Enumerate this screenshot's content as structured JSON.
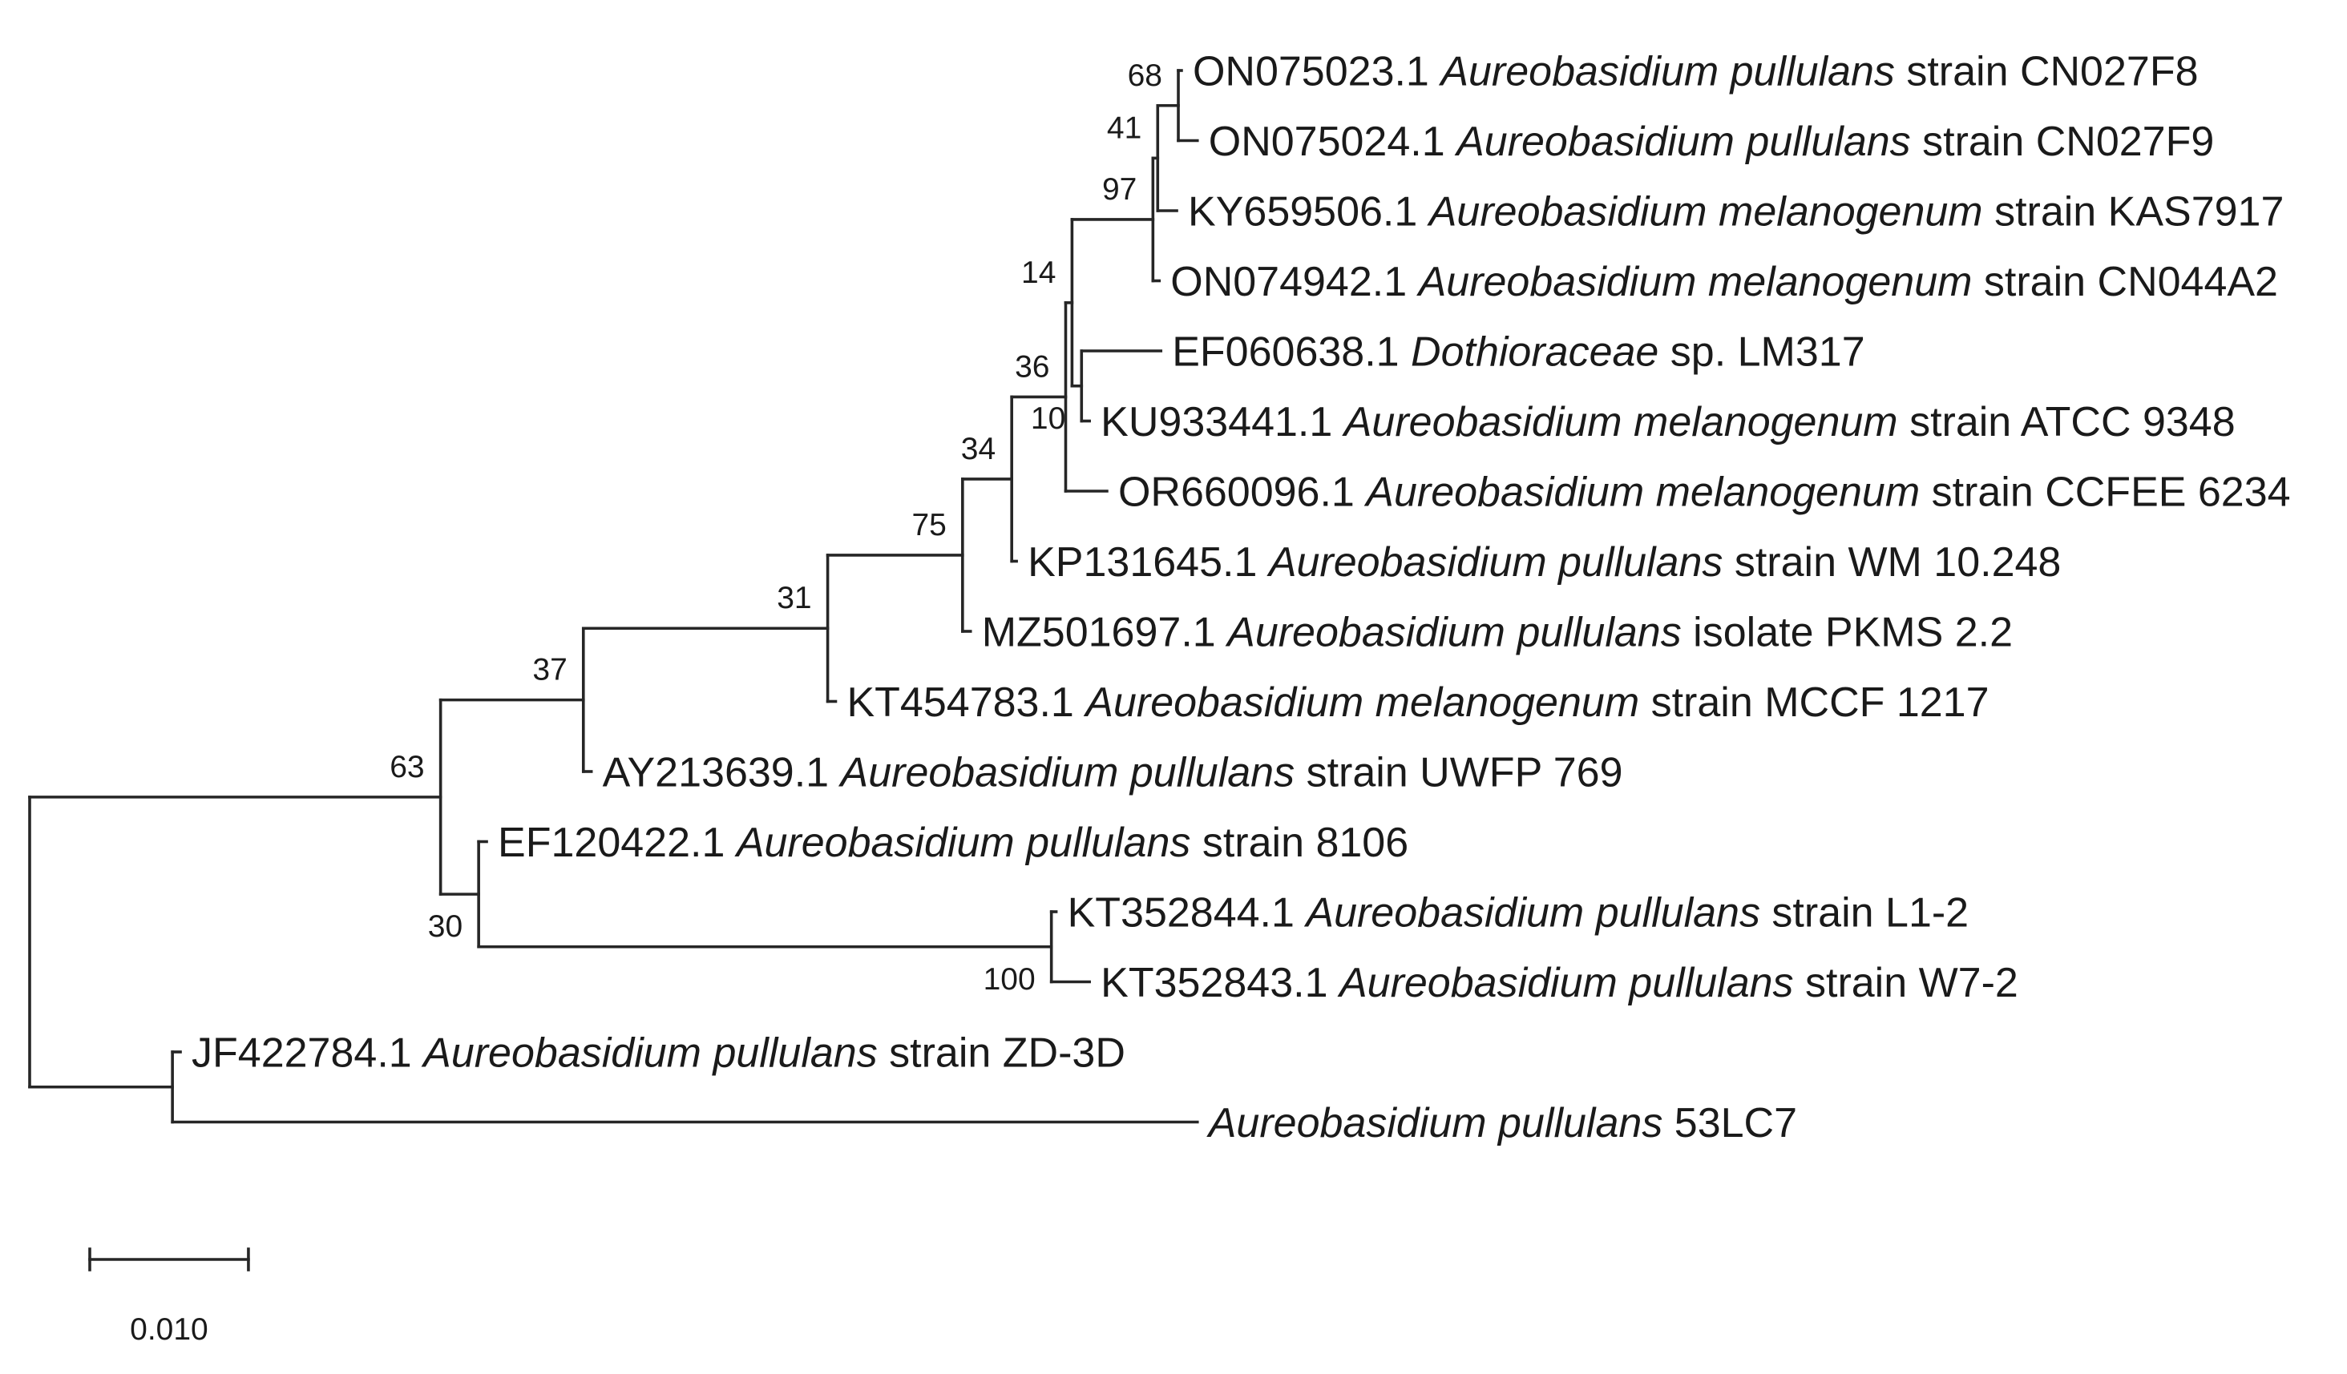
{
  "tree": {
    "children": [
      {
        "support": 63,
        "length": 0.0259,
        "children": [
          {
            "support": 37,
            "length": 0.009,
            "children": [
              {
                "support": 31,
                "length": 0.0154,
                "children": [
                  {
                    "support": 75,
                    "length": 0.0085,
                    "children": [
                      {
                        "support": 34,
                        "length": 0.0031,
                        "children": [
                          {
                            "support": 36,
                            "length": 0.0034,
                            "children": [
                              {
                                "support": 14,
                                "length": 0.0004,
                                "children": [
                                  {
                                    "support": 97,
                                    "length": 0.0051,
                                    "children": [
                                      {
                                        "support": 41,
                                        "length": 0.0003,
                                        "children": [
                                          {
                                            "support": 68,
                                            "length": 0.0013,
                                            "children": [
                                              {
                                                "length": 0.0002,
                                                "accession": "ON075023.1",
                                                "organism": "Aureobasidium pullulans",
                                                "descriptor": "strain CN027F8"
                                              },
                                              {
                                                "length": 0.0012,
                                                "accession": "ON075024.1",
                                                "organism": "Aureobasidium pullulans",
                                                "descriptor": "strain CN027F9"
                                              }
                                            ]
                                          },
                                          {
                                            "length": 0.0012,
                                            "accession": "KY659506.1",
                                            "organism": "Aureobasidium melanogenum",
                                            "descriptor": "strain KAS7917"
                                          }
                                        ]
                                      },
                                      {
                                        "length": 0.0004,
                                        "accession": "ON074942.1",
                                        "organism": "Aureobasidium melanogenum",
                                        "descriptor": "strain CN044A2"
                                      }
                                    ]
                                  },
                                  {
                                    "support": 10,
                                    "length": 0.0006,
                                    "children": [
                                      {
                                        "length": 0.005,
                                        "accession": "EF060638.1",
                                        "organism": "Dothioraceae",
                                        "descriptor": "sp. LM317"
                                      },
                                      {
                                        "length": 0.0005,
                                        "accession": "KU933441.1",
                                        "organism": "Aureobasidium melanogenum",
                                        "descriptor": "strain ATCC 9348"
                                      }
                                    ]
                                  }
                                ]
                              },
                              {
                                "length": 0.0026,
                                "accession": "OR660096.1",
                                "organism": "Aureobasidium melanogenum",
                                "descriptor": "strain CCFEE 6234"
                              }
                            ]
                          },
                          {
                            "length": 0.0003,
                            "accession": "KP131645.1",
                            "organism": "Aureobasidium pullulans",
                            "descriptor": "strain WM 10.248"
                          }
                        ]
                      },
                      {
                        "length": 0.0005,
                        "accession": "MZ501697.1",
                        "organism": "Aureobasidium pullulans",
                        "descriptor": "isolate PKMS 2.2"
                      }
                    ]
                  },
                  {
                    "length": 0.0005,
                    "accession": "KT454783.1",
                    "organism": "Aureobasidium melanogenum",
                    "descriptor": "strain MCCF 1217"
                  }
                ]
              },
              {
                "length": 0.0005,
                "accession": "AY213639.1",
                "organism": "Aureobasidium pullulans",
                "descriptor": "strain UWFP 769"
              }
            ]
          },
          {
            "support": 30,
            "length": 0.0024,
            "children": [
              {
                "length": 0.0005,
                "accession": "EF120422.1",
                "organism": "Aureobasidium pullulans",
                "descriptor": "strain 8106"
              },
              {
                "support": 100,
                "length": 0.0361,
                "children": [
                  {
                    "length": 0.0003,
                    "accession": "KT352844.1",
                    "organism": "Aureobasidium pullulans",
                    "descriptor": "strain L1-2"
                  },
                  {
                    "length": 0.0024,
                    "accession": "KT352843.1",
                    "organism": "Aureobasidium pullulans",
                    "descriptor": "strain W7-2"
                  }
                ]
              }
            ]
          }
        ]
      },
      {
        "length": 0.009,
        "children": [
          {
            "length": 0.0005,
            "accession": "JF422784.1",
            "organism": "Aureobasidium pullulans",
            "descriptor": "strain ZD-3D"
          },
          {
            "length": 0.0646,
            "organism": "Aureobasidium pullulans",
            "descriptor": "53LC7"
          }
        ]
      }
    ]
  },
  "scale_bar": {
    "value": 0.01,
    "label": "0.010"
  }
}
